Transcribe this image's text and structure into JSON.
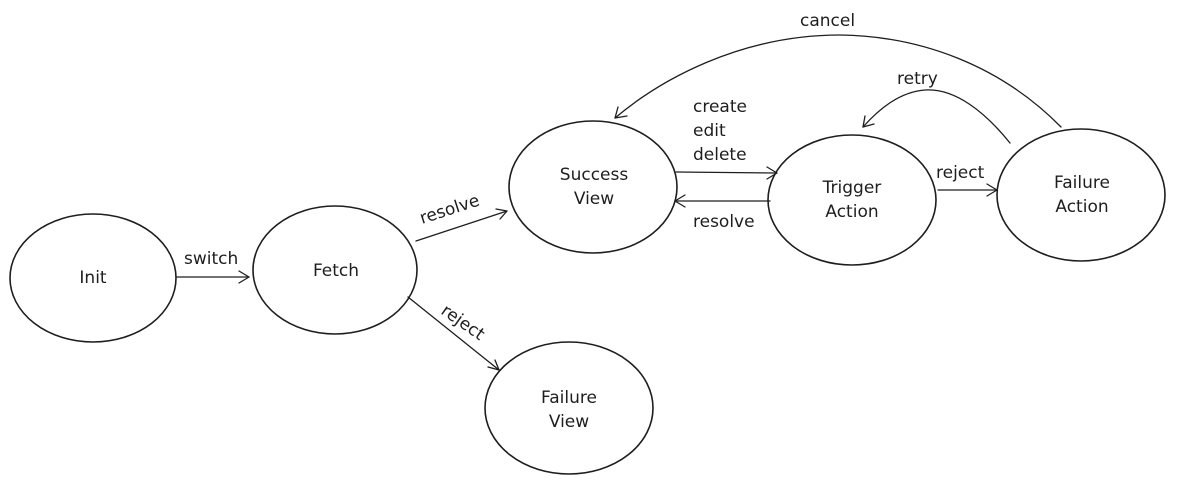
{
  "diagram": {
    "nodes": {
      "init": {
        "line1": "Init"
      },
      "fetch": {
        "line1": "Fetch"
      },
      "success_view": {
        "line1": "Success",
        "line2": "View"
      },
      "failure_view": {
        "line1": "Failure",
        "line2": "View"
      },
      "trigger_action": {
        "line1": "Trigger",
        "line2": "Action"
      },
      "failure_action": {
        "line1": "Failure",
        "line2": "Action"
      }
    },
    "edges": {
      "init_to_fetch": "switch",
      "fetch_to_success": "resolve",
      "fetch_to_failure": "reject",
      "success_to_trigger": [
        "create",
        "edit",
        "delete"
      ],
      "trigger_to_success": "resolve",
      "trigger_to_failure_action": "reject",
      "failure_action_to_trigger": "retry",
      "failure_action_to_success": "cancel"
    }
  }
}
